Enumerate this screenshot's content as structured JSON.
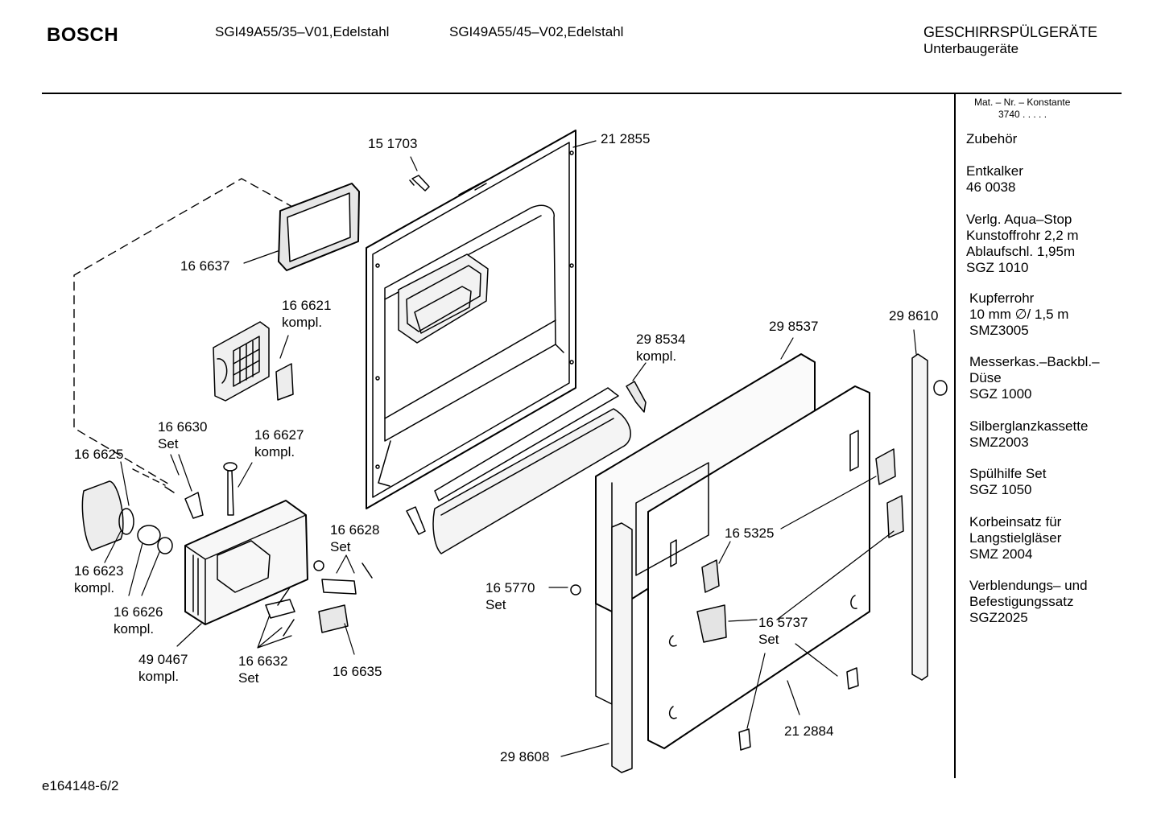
{
  "header": {
    "brand": "BOSCH",
    "models": [
      "SGI49A55/35–V01,Edelstahl",
      "SGI49A55/45–V02,Edelstahl"
    ],
    "category": "GESCHIRRSPÜLGERÄTE",
    "subcategory": "Unterbaugeräte"
  },
  "sidebar": {
    "mat_label": "Mat. – Nr. – Konstante",
    "mat_value": "3740  .  .  .  .  .",
    "accessories": [
      "Zubehör",
      "Entkalker\n46 0038",
      "Verlg. Aqua–Stop\nKunstoffrohr 2,2 m\nAblaufschl. 1,95m\nSGZ 1010",
      "Kupferrohr\n10 mm ∅/ 1,5 m\nSMZ3005",
      "Messerkas.–Backbl.–\nDüse\nSGZ 1000",
      "Silberglanzkassette\nSMZ2003",
      "Spülhilfe Set\nSGZ 1050",
      "Korbeinsatz für\nLangstielgläser\nSMZ 2004",
      "Verblendungs– und\nBefestigungssatz\nSGZ2025"
    ]
  },
  "parts": [
    {
      "lines": [
        "15 1703"
      ]
    },
    {
      "lines": [
        "21 2855"
      ]
    },
    {
      "lines": [
        "16 6637"
      ]
    },
    {
      "lines": [
        "16 6621",
        "kompl."
      ]
    },
    {
      "lines": [
        "29 8534",
        "kompl."
      ]
    },
    {
      "lines": [
        "29 8537"
      ]
    },
    {
      "lines": [
        "29 8610"
      ]
    },
    {
      "lines": [
        "16 6630",
        "Set"
      ]
    },
    {
      "lines": [
        "16 6627",
        "kompl."
      ]
    },
    {
      "lines": [
        "16 6625"
      ]
    },
    {
      "lines": [
        "16 6628",
        "Set"
      ]
    },
    {
      "lines": [
        "16 5325"
      ]
    },
    {
      "lines": [
        "16 6623",
        "kompl."
      ]
    },
    {
      "lines": [
        "16 5770",
        "Set"
      ]
    },
    {
      "lines": [
        "16 6626",
        "kompl."
      ]
    },
    {
      "lines": [
        "16 5737",
        "Set"
      ]
    },
    {
      "lines": [
        "49 0467",
        "kompl."
      ]
    },
    {
      "lines": [
        "16 6632",
        "Set"
      ]
    },
    {
      "lines": [
        "16 6635"
      ]
    },
    {
      "lines": [
        "21 2884"
      ]
    },
    {
      "lines": [
        "29 8608"
      ]
    }
  ],
  "footer": {
    "drawing_id": "e164148-6/2"
  }
}
